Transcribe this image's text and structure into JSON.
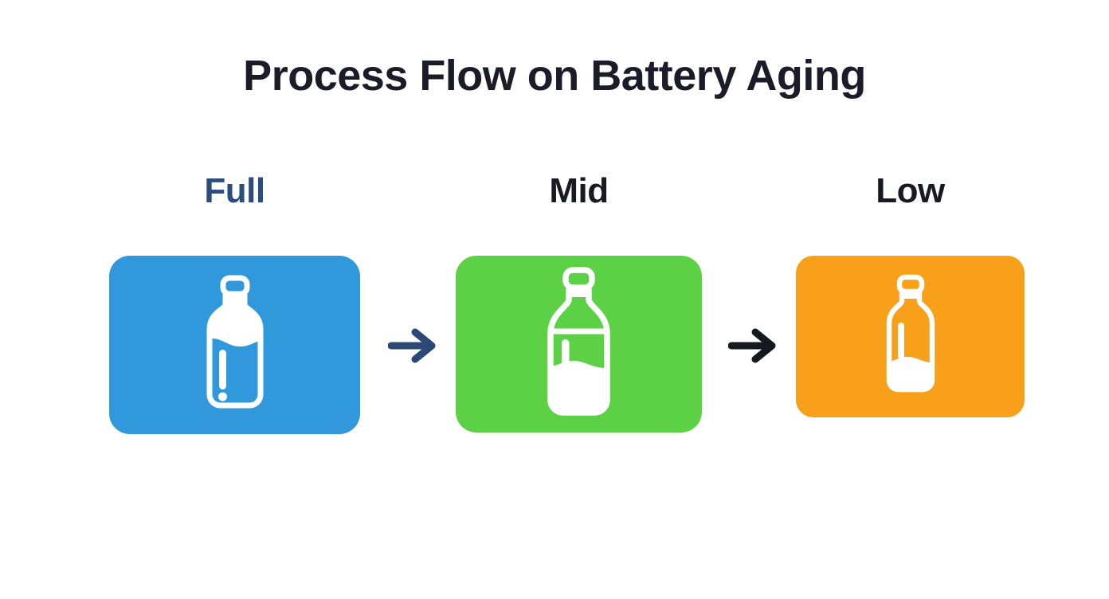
{
  "title": "Process Flow on Battery Aging",
  "colors": {
    "background": "#ffffff",
    "title_text": "#1a1c27",
    "full_label": "#2b4d7e",
    "mid_label": "#181a23",
    "low_label": "#181a23",
    "full_card": "#3199db",
    "mid_card": "#5cd145",
    "low_card": "#f9a01b",
    "arrow_1": "#2b4876",
    "arrow_2": "#16181f",
    "icon": "#ffffff"
  },
  "flow": {
    "steps": [
      {
        "label": "Full",
        "icon_name": "bottle-full-icon",
        "card_color": "#3199db",
        "label_color": "#2b4d7e",
        "fill_percent": 100,
        "fill_from": "top"
      },
      {
        "label": "Mid",
        "icon_name": "bottle-mid-icon",
        "card_color": "#5cd145",
        "label_color": "#181a23",
        "fill_percent": 50,
        "fill_from": "bottom"
      },
      {
        "label": "Low",
        "icon_name": "bottle-low-icon",
        "card_color": "#f9a01b",
        "label_color": "#181a23",
        "fill_percent": 25,
        "fill_from": "bottom"
      }
    ],
    "connectors": [
      {
        "icon_name": "arrow-right-icon",
        "color": "#2b4876"
      },
      {
        "icon_name": "arrow-right-icon",
        "color": "#16181f"
      }
    ]
  }
}
